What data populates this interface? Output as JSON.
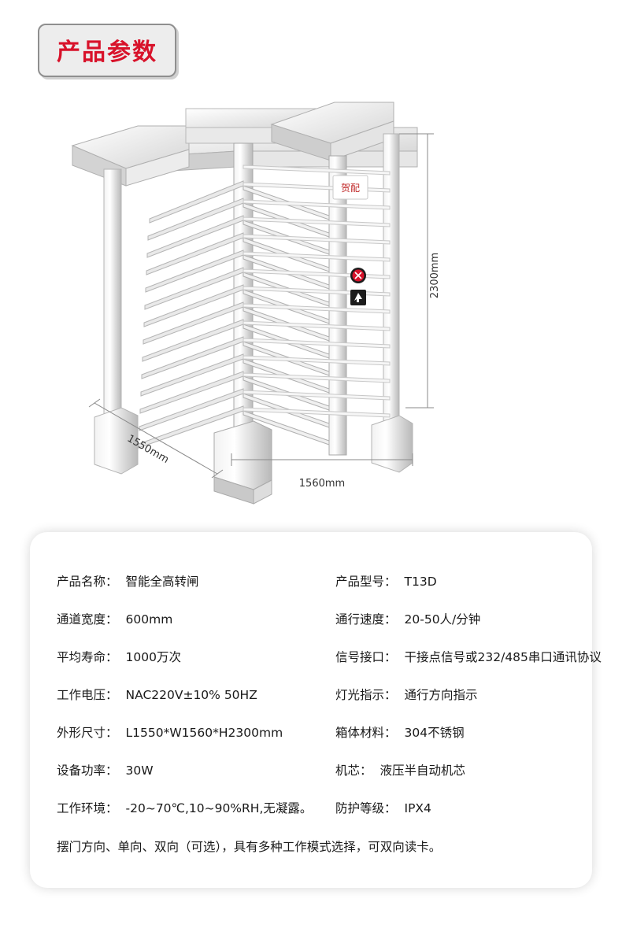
{
  "title": {
    "badge_text": "产品参数",
    "badge_color": "#d8122a",
    "badge_bg": "#ededed",
    "badge_border": "#8f8f8f"
  },
  "illustration": {
    "alt_name": "full-height-turnstile-diagram",
    "dimensions": {
      "height": "2300mm",
      "depth": "1550mm",
      "width": "1560mm"
    },
    "indicator_stop": "stop-icon",
    "indicator_pass": "pass-arrow-icon",
    "brand_plate": "brand-logo-plate"
  },
  "specs": {
    "rows": [
      {
        "left": {
          "label": "产品名称：",
          "value": "智能全高转闸"
        },
        "right": {
          "label": "产品型号：",
          "value": "T13D"
        }
      },
      {
        "left": {
          "label": "通道宽度：",
          "value": "600mm"
        },
        "right": {
          "label": "通行速度：",
          "value": "20-50人/分钟"
        }
      },
      {
        "left": {
          "label": "平均寿命：",
          "value": "1000万次"
        },
        "right": {
          "label": "信号接口：",
          "value": "干接点信号或232/485串口通讯协议"
        }
      },
      {
        "left": {
          "label": "工作电压：",
          "value": "NAC220V±10% 50HZ"
        },
        "right": {
          "label": "灯光指示：",
          "value": "通行方向指示"
        }
      },
      {
        "left": {
          "label": "外形尺寸：",
          "value": "L1550*W1560*H2300mm"
        },
        "right": {
          "label": "箱体材料：",
          "value": "304不锈钢"
        }
      },
      {
        "left": {
          "label": "设备功率：",
          "value": "30W"
        },
        "right": {
          "label": "机芯：",
          "value": "液压半自动机芯"
        }
      },
      {
        "left": {
          "label": "工作环境：",
          "value": "-20~70℃,10~90%RH,无凝露。"
        },
        "right": {
          "label": "防护等级：",
          "value": "IPX4"
        }
      }
    ],
    "note": "摆门方向、单向、双向（可选），具有多种工作模式选择，可双向读卡。"
  }
}
